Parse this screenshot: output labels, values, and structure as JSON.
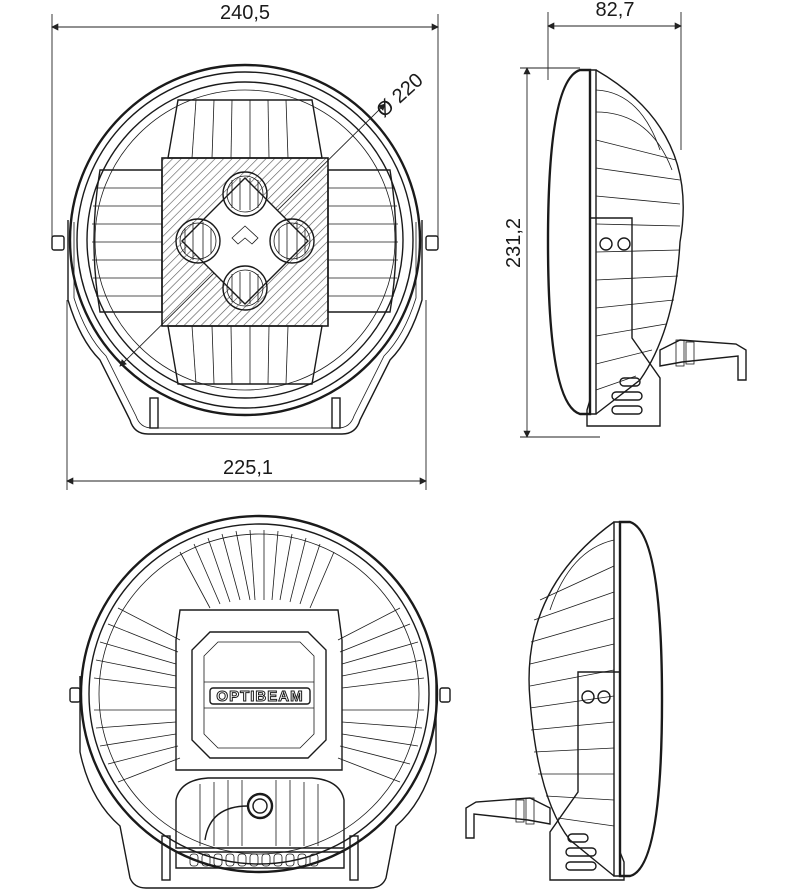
{
  "dimensions": {
    "width_overall": "240,5",
    "depth_side": "82,7",
    "diameter": "Ø 220",
    "height_overall": "231,2",
    "width_bracket": "225,1"
  },
  "brand_label": "OPTIBEAM",
  "colors": {
    "line": "#1a1a1a",
    "background": "#ffffff",
    "hatch": "#555555"
  }
}
